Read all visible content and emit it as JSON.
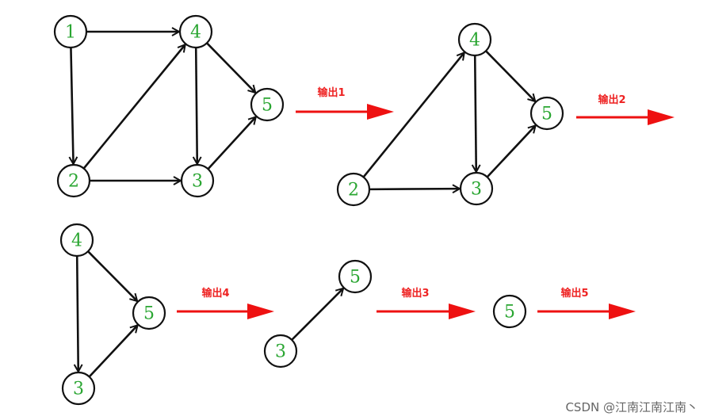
{
  "colors": {
    "node_label": "#2aa632",
    "edge": "#111111",
    "step_arrow": "#ee1111"
  },
  "graphs": [
    {
      "id": "g1",
      "nodes": [
        "1",
        "2",
        "3",
        "4",
        "5"
      ],
      "edges": [
        [
          "1",
          "4"
        ],
        [
          "1",
          "2"
        ],
        [
          "2",
          "4"
        ],
        [
          "2",
          "3"
        ],
        [
          "4",
          "3"
        ],
        [
          "4",
          "5"
        ],
        [
          "3",
          "5"
        ]
      ]
    },
    {
      "id": "g2",
      "nodes": [
        "2",
        "3",
        "4",
        "5"
      ],
      "edges": [
        [
          "2",
          "4"
        ],
        [
          "2",
          "3"
        ],
        [
          "4",
          "3"
        ],
        [
          "4",
          "5"
        ],
        [
          "3",
          "5"
        ]
      ]
    },
    {
      "id": "g3",
      "nodes": [
        "3",
        "4",
        "5"
      ],
      "edges": [
        [
          "4",
          "3"
        ],
        [
          "4",
          "5"
        ],
        [
          "3",
          "5"
        ]
      ]
    },
    {
      "id": "g4",
      "nodes": [
        "3",
        "5"
      ],
      "edges": [
        [
          "3",
          "5"
        ]
      ]
    },
    {
      "id": "g5",
      "nodes": [
        "5"
      ],
      "edges": []
    }
  ],
  "steps": [
    {
      "label": "输出1"
    },
    {
      "label": "输出2"
    },
    {
      "label": "输出4"
    },
    {
      "label": "输出3"
    },
    {
      "label": "输出5"
    }
  ],
  "watermark": "CSDN @江南江南江南丶"
}
